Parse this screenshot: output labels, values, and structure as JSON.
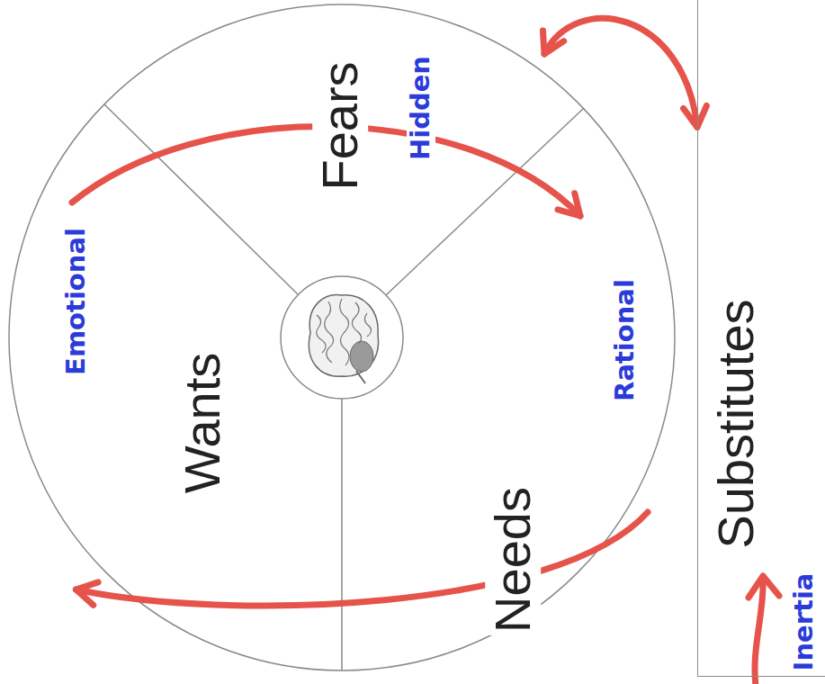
{
  "diagram": {
    "nodes": [
      {
        "text": [
          "Fears",
          "Hidden"
        ]
      },
      {
        "text": [
          "Wants",
          "Emotional"
        ]
      },
      {
        "text": [
          "Needs",
          "Rational"
        ]
      },
      {
        "text": [
          "Substitutes",
          "Inertia"
        ]
      }
    ],
    "edges": [
      {
        "from": 1,
        "to": 2,
        "arrow": "to"
      },
      {
        "from": 2,
        "to": 1,
        "arrow": "to"
      },
      {
        "from": 0,
        "to": 3,
        "arrow": "both"
      }
    ]
  }
}
